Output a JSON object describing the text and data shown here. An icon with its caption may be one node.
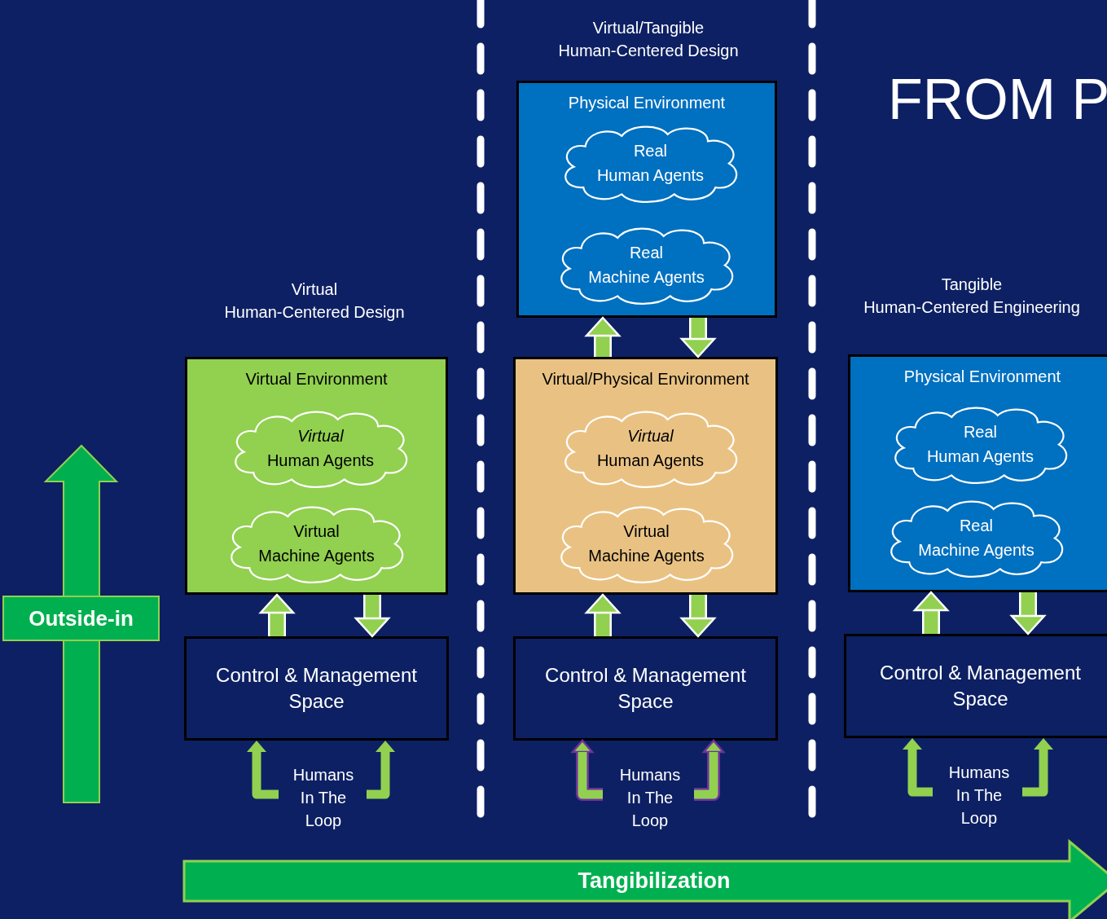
{
  "diagram": {
    "title": "FROM P",
    "nodes": [
      {
        "text": [
          "Virtual Environment"
        ]
      },
      {
        "text": [
          "*Virtual* Human Agents"
        ],
        "in": 0
      },
      {
        "text": [
          "Virtual Machine Agents"
        ],
        "in": 0
      },
      {
        "text": [
          "Control & Management Space"
        ]
      },
      {
        "text": [
          "Physical Environment"
        ]
      },
      {
        "text": [
          "Real Human Agents"
        ],
        "in": 4
      },
      {
        "text": [
          "Real Machine Agents"
        ],
        "in": 4
      },
      {
        "text": [
          "Virtual/Physical Environment"
        ]
      },
      {
        "text": [
          "*Virtual* Human Agents"
        ],
        "in": 7
      },
      {
        "text": [
          "Virtual Machine Agents"
        ],
        "in": 7
      },
      {
        "text": [
          "Control & Management Space"
        ]
      },
      {
        "text": [
          "Physical Environment"
        ]
      },
      {
        "text": [
          "Real Human Agents"
        ],
        "in": 11
      },
      {
        "text": [
          "Real Machine Agents"
        ],
        "in": 11
      },
      {
        "text": [
          "Control & Management Space"
        ]
      }
    ],
    "edges": [
      {
        "from": 3,
        "to": 0,
        "arrow": "to"
      },
      {
        "from": 0,
        "to": 3,
        "arrow": "to"
      },
      {
        "from": null,
        "to": 3,
        "arrow": "to"
      },
      {
        "from": null,
        "to": 3,
        "arrow": "to"
      },
      {
        "from": 7,
        "to": 4,
        "arrow": "to"
      },
      {
        "from": 4,
        "to": 7,
        "arrow": "to"
      },
      {
        "from": 10,
        "to": 7,
        "arrow": "to"
      },
      {
        "from": 7,
        "to": 10,
        "arrow": "to"
      },
      {
        "from": null,
        "to": 10,
        "arrow": "to",
        "color": "#7030a0"
      },
      {
        "from": null,
        "to": 10,
        "arrow": "to",
        "color": "#7030a0"
      },
      {
        "from": 14,
        "to": 11,
        "arrow": "to"
      },
      {
        "from": 11,
        "to": 14,
        "arrow": "to"
      },
      {
        "from": null,
        "to": 14,
        "arrow": "to"
      },
      {
        "from": null,
        "to": 14,
        "arrow": "to"
      }
    ],
    "labels": [
      "Virtual/Tangible Human-Centered Design",
      "Tangible Human-Centered Engineering",
      "Virtual Human-Centered Design",
      "Outside-in",
      "Humans In The Loop",
      "Humans In The Loop",
      "Humans In The Loop",
      "Tangibilization"
    ]
  }
}
